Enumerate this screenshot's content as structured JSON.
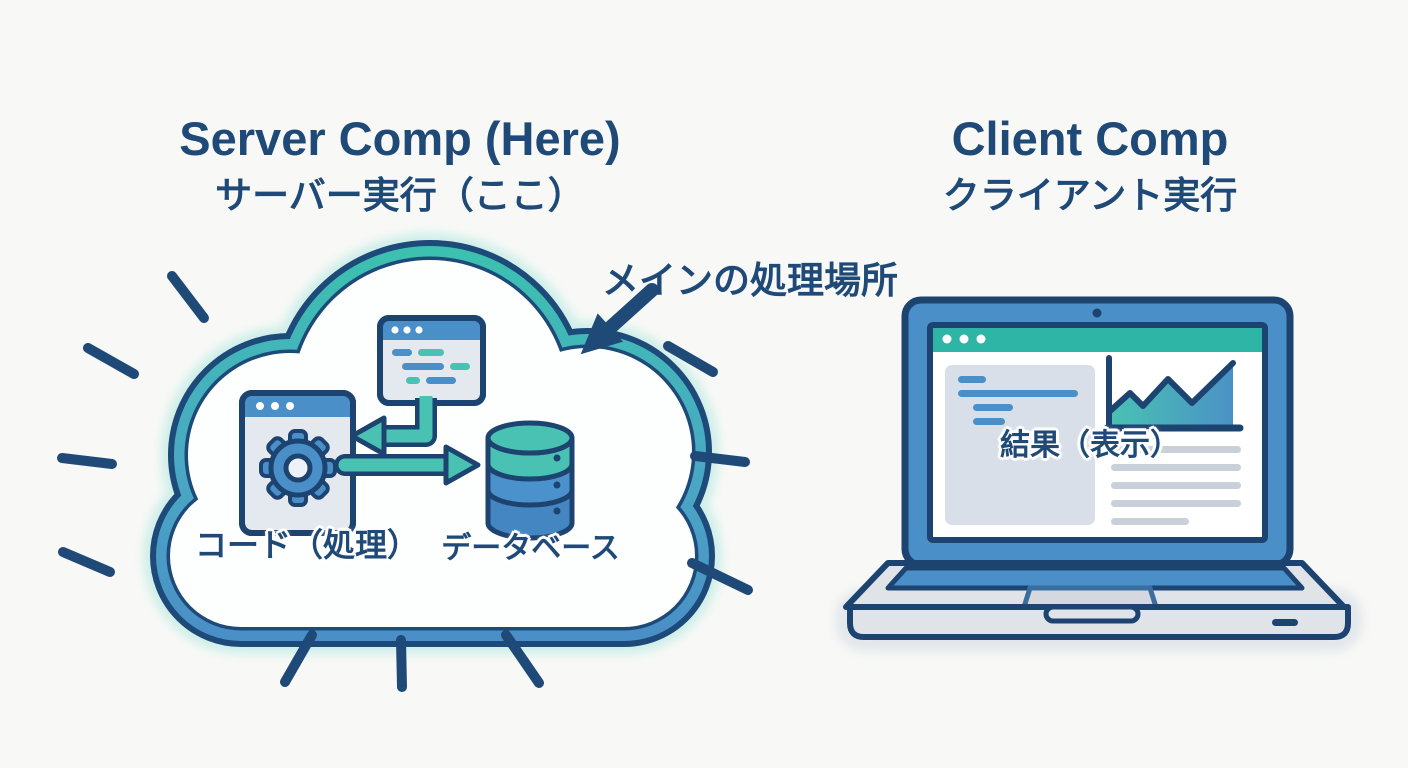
{
  "server": {
    "title": "Server Comp (Here)",
    "subtitle": "サーバー実行（ここ）",
    "annotation": "メインの処理場所",
    "code_label": "コード（処理）",
    "database_label": "データベース"
  },
  "client": {
    "title": "Client Comp",
    "subtitle": "クライアント実行",
    "result_label": "結果（表示）"
  },
  "icons": {
    "cloud": "cloud-icon",
    "code_window": "code-window-icon",
    "gear_window": "gear-window-icon",
    "gear": "gear-icon",
    "database": "database-icon",
    "arrows": "teal-flow-arrow-icons",
    "annotation_arrow": "annotation-arrow-icon",
    "laptop": "laptop-icon",
    "browser": "browser-window-icon",
    "chart": "line-chart-icon"
  },
  "colors": {
    "navy": "#1f4a78",
    "outline": "#1d4370",
    "blue": "#4a8fc7",
    "teal": "#2fb5a6",
    "tealLight": "#49c2b3",
    "glow": "#c9ebe6",
    "bg": "#f8f9f6"
  }
}
